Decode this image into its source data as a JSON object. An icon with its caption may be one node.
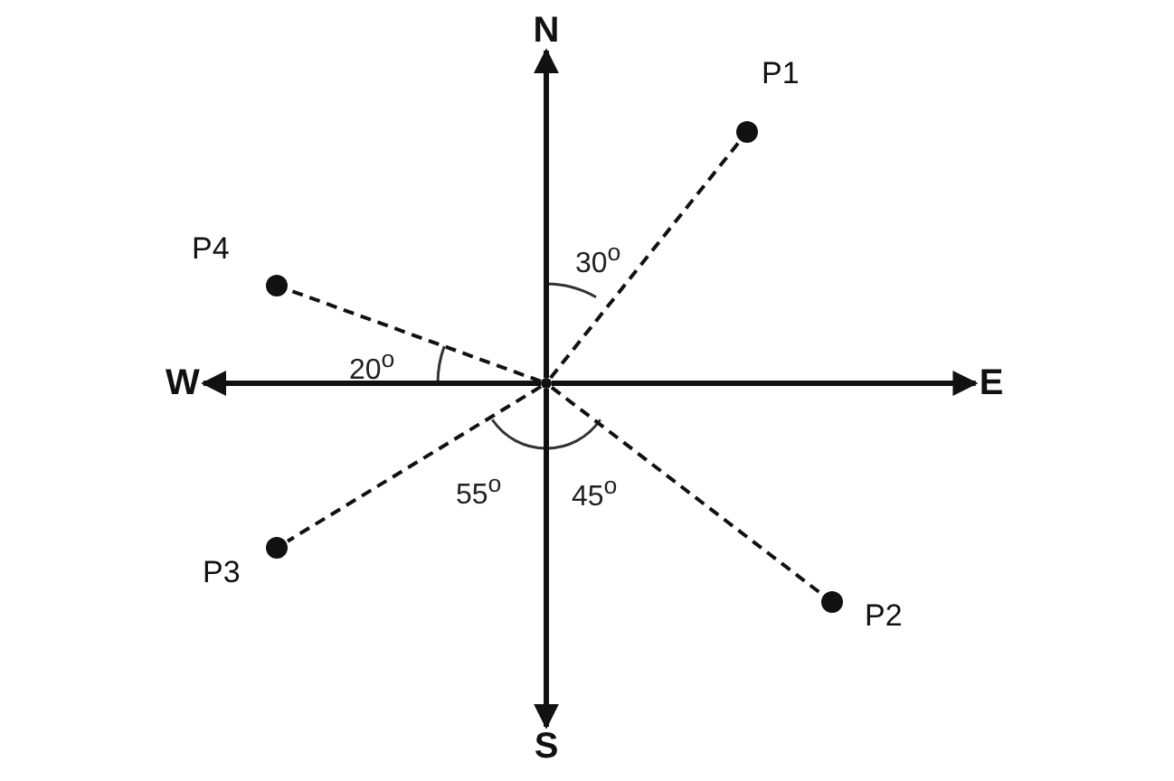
{
  "diagram": {
    "nodes": [
      {
        "text": [],
        "shape": "circle"
      },
      {
        "text": [
          "N"
        ]
      },
      {
        "text": [
          "E"
        ]
      },
      {
        "text": [
          "S"
        ]
      },
      {
        "text": [
          "W"
        ]
      },
      {
        "text": [],
        "shape": "circle",
        "beside": [
          "P1"
        ]
      },
      {
        "text": [],
        "shape": "circle",
        "beside": [
          "P2"
        ]
      },
      {
        "text": [],
        "shape": "circle",
        "beside": [
          "P3"
        ]
      },
      {
        "text": [],
        "shape": "circle",
        "beside": [
          "P4"
        ]
      }
    ],
    "edges": [
      {
        "from": 0,
        "to": 1,
        "arrow": "to"
      },
      {
        "from": 0,
        "to": 2,
        "arrow": "to"
      },
      {
        "from": 0,
        "to": 3,
        "arrow": "to"
      },
      {
        "from": 0,
        "to": 4,
        "arrow": "to"
      },
      {
        "from": 0,
        "to": 5,
        "arrow": "none",
        "style": "dashed"
      },
      {
        "from": 0,
        "to": 6,
        "arrow": "none",
        "style": "dashed"
      },
      {
        "from": 0,
        "to": 7,
        "arrow": "none",
        "style": "dashed"
      },
      {
        "from": 0,
        "to": 8,
        "arrow": "none",
        "style": "dashed"
      }
    ],
    "labels": [
      "30$^{o}$",
      "20$^{o}$",
      "55$^{o}$",
      "45$^{o}$"
    ]
  }
}
